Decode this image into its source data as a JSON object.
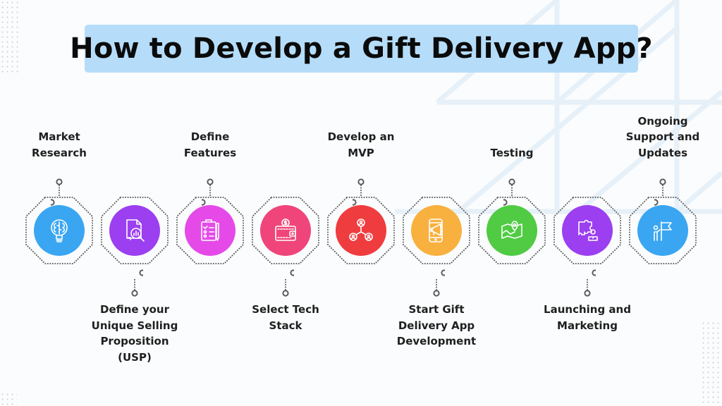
{
  "title": "How to Develop a Gift Delivery App?",
  "colors": {
    "title_bg": "#b5ddfa",
    "connector": "#555555"
  },
  "steps": [
    {
      "label": "Market Research",
      "lines": [
        "Market",
        "Research"
      ],
      "position": "top",
      "icon": "brain-lightbulb-icon",
      "color": "#3aa6f2"
    },
    {
      "label": "Define your Unique Selling Proposition (USP)",
      "lines": [
        "Define your",
        "Unique Selling",
        "Proposition",
        "(USP)"
      ],
      "position": "bottom",
      "icon": "document-magnifier-icon",
      "color": "#9b3ff0"
    },
    {
      "label": "Define Features",
      "lines": [
        "Define",
        "Features"
      ],
      "position": "top",
      "icon": "clipboard-checklist-icon",
      "color": "#e54ae8"
    },
    {
      "label": "Select Tech Stack",
      "lines": [
        "Select Tech",
        "Stack"
      ],
      "position": "bottom",
      "icon": "wallet-coin-icon",
      "color": "#f0457a"
    },
    {
      "label": "Develop an MVP",
      "lines": [
        "Develop an",
        "MVP"
      ],
      "position": "top",
      "icon": "user-network-icon",
      "color": "#ef3c3f"
    },
    {
      "label": "Start Gift Delivery App Development",
      "lines": [
        "Start Gift",
        "Delivery App",
        "Development"
      ],
      "position": "bottom",
      "icon": "phone-megaphone-icon",
      "color": "#f8b13f"
    },
    {
      "label": "Testing",
      "lines": [
        "Testing"
      ],
      "position": "top",
      "icon": "map-pin-icon",
      "color": "#50cb43"
    },
    {
      "label": "Launching and Marketing",
      "lines": [
        "Launching and",
        "Marketing"
      ],
      "position": "bottom",
      "icon": "puzzle-person-icon",
      "color": "#9b3ff0"
    },
    {
      "label": "Ongoing Support and Updates",
      "lines": [
        "Ongoing",
        "Support and",
        "Updates"
      ],
      "position": "top",
      "icon": "person-flag-icon",
      "color": "#3aa6f2"
    }
  ]
}
